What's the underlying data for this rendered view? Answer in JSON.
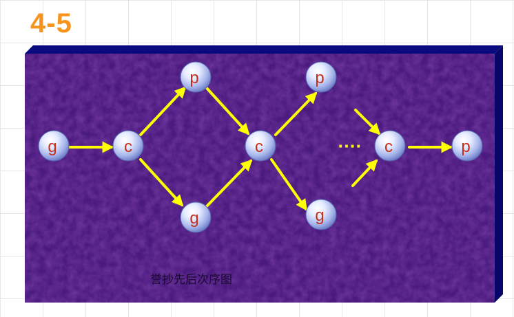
{
  "slide": {
    "title": "4-5",
    "caption": "誉抄先后次序图"
  },
  "colors": {
    "title": "#f7941d",
    "panel": "#4a1a7e",
    "panel_edge": "#0a0a80",
    "arrow": "#ffff00",
    "node_label": "#c4301c"
  },
  "diagram": {
    "nodes": [
      {
        "id": "n1",
        "label": "g"
      },
      {
        "id": "n2",
        "label": "c"
      },
      {
        "id": "n3",
        "label": "p"
      },
      {
        "id": "n4",
        "label": "g"
      },
      {
        "id": "n5",
        "label": "c"
      },
      {
        "id": "n6",
        "label": "p"
      },
      {
        "id": "n7",
        "label": "g"
      },
      {
        "id": "n8",
        "label": "c"
      },
      {
        "id": "n9",
        "label": "p"
      }
    ],
    "ellipsis": "····"
  }
}
